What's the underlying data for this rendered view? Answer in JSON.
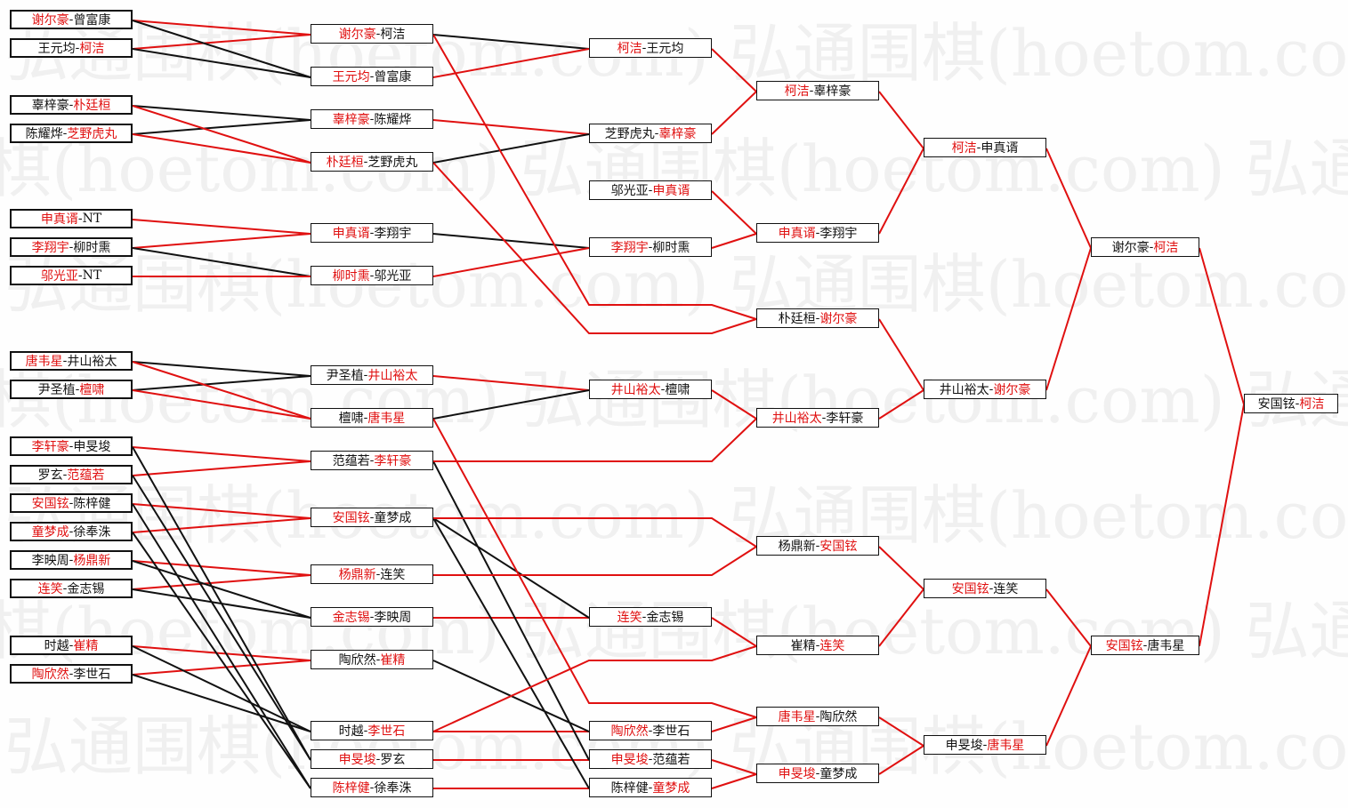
{
  "watermark": "弘通围棋(hoetom.com)",
  "colors": {
    "winner": "#e01010",
    "line_win": "#e01010",
    "line_loss": "#111111",
    "border": "#111111"
  },
  "rounds": [
    {
      "name": "round-1",
      "matches": [
        {
          "id": "r1m1",
          "p1": "谢尔豪",
          "p2": "曾富康",
          "winner": 1
        },
        {
          "id": "r1m2",
          "p1": "王元均",
          "p2": "柯洁",
          "winner": 2
        },
        {
          "id": "r1m3",
          "p1": "辜梓豪",
          "p2": "朴廷桓",
          "winner": 2
        },
        {
          "id": "r1m4",
          "p1": "陈耀烨",
          "p2": "芝野虎丸",
          "winner": 2
        },
        {
          "id": "r1m5",
          "p1": "申真谞",
          "p2": "NT",
          "winner": 1
        },
        {
          "id": "r1m6",
          "p1": "李翔宇",
          "p2": "柳时熏",
          "winner": 1
        },
        {
          "id": "r1m7",
          "p1": "邬光亚",
          "p2": "NT",
          "winner": 1
        },
        {
          "id": "r1m8",
          "p1": "唐韦星",
          "p2": "井山裕太",
          "winner": 1
        },
        {
          "id": "r1m9",
          "p1": "尹圣植",
          "p2": "檀啸",
          "winner": 2
        },
        {
          "id": "r1m10",
          "p1": "李轩豪",
          "p2": "申旻埈",
          "winner": 1
        },
        {
          "id": "r1m11",
          "p1": "罗玄",
          "p2": "范蕴若",
          "winner": 2
        },
        {
          "id": "r1m12",
          "p1": "安国铉",
          "p2": "陈梓健",
          "winner": 1
        },
        {
          "id": "r1m13",
          "p1": "童梦成",
          "p2": "徐奉洙",
          "winner": 1
        },
        {
          "id": "r1m14",
          "p1": "李映周",
          "p2": "杨鼎新",
          "winner": 2
        },
        {
          "id": "r1m15",
          "p1": "连笑",
          "p2": "金志锡",
          "winner": 1
        },
        {
          "id": "r1m16",
          "p1": "时越",
          "p2": "崔精",
          "winner": 2
        },
        {
          "id": "r1m17",
          "p1": "陶欣然",
          "p2": "李世石",
          "winner": 1
        }
      ]
    },
    {
      "name": "round-2",
      "matches": [
        {
          "id": "r2m1",
          "p1": "谢尔豪",
          "p2": "柯洁",
          "winner": 1
        },
        {
          "id": "r2m2",
          "p1": "王元均",
          "p2": "曾富康",
          "winner": 1
        },
        {
          "id": "r2m3",
          "p1": "辜梓豪",
          "p2": "陈耀烨",
          "winner": 1
        },
        {
          "id": "r2m4",
          "p1": "朴廷桓",
          "p2": "芝野虎丸",
          "winner": 1
        },
        {
          "id": "r2m5",
          "p1": "申真谞",
          "p2": "李翔宇",
          "winner": 1
        },
        {
          "id": "r2m6",
          "p1": "柳时熏",
          "p2": "邬光亚",
          "winner": 1
        },
        {
          "id": "r2m7",
          "p1": "尹圣植",
          "p2": "井山裕太",
          "winner": 2
        },
        {
          "id": "r2m8",
          "p1": "檀啸",
          "p2": "唐韦星",
          "winner": 2
        },
        {
          "id": "r2m9",
          "p1": "范蕴若",
          "p2": "李轩豪",
          "winner": 2
        },
        {
          "id": "r2m10",
          "p1": "安国铉",
          "p2": "童梦成",
          "winner": 1
        },
        {
          "id": "r2m11",
          "p1": "杨鼎新",
          "p2": "连笑",
          "winner": 1
        },
        {
          "id": "r2m12",
          "p1": "金志锡",
          "p2": "李映周",
          "winner": 1
        },
        {
          "id": "r2m13",
          "p1": "陶欣然",
          "p2": "崔精",
          "winner": 2
        },
        {
          "id": "r2m14",
          "p1": "时越",
          "p2": "李世石",
          "winner": 2
        },
        {
          "id": "r2m15",
          "p1": "申旻埈",
          "p2": "罗玄",
          "winner": 1
        },
        {
          "id": "r2m16",
          "p1": "陈梓健",
          "p2": "徐奉洙",
          "winner": 1
        }
      ]
    },
    {
      "name": "round-3",
      "matches": [
        {
          "id": "r3m1",
          "p1": "柯洁",
          "p2": "王元均",
          "winner": 1
        },
        {
          "id": "r3m2",
          "p1": "芝野虎丸",
          "p2": "辜梓豪",
          "winner": 2
        },
        {
          "id": "r3m3",
          "p1": "邬光亚",
          "p2": "申真谞",
          "winner": 2
        },
        {
          "id": "r3m4",
          "p1": "李翔宇",
          "p2": "柳时熏",
          "winner": 1
        },
        {
          "id": "r3m5",
          "p1": "井山裕太",
          "p2": "檀啸",
          "winner": 1
        },
        {
          "id": "r3m6",
          "p1": "连笑",
          "p2": "金志锡",
          "winner": 1
        },
        {
          "id": "r3m7",
          "p1": "陶欣然",
          "p2": "李世石",
          "winner": 1
        },
        {
          "id": "r3m8",
          "p1": "申旻埈",
          "p2": "范蕴若",
          "winner": 1
        },
        {
          "id": "r3m9",
          "p1": "陈梓健",
          "p2": "童梦成",
          "winner": 2
        }
      ]
    },
    {
      "name": "round-4",
      "matches": [
        {
          "id": "r4m1",
          "p1": "柯洁",
          "p2": "辜梓豪",
          "winner": 1
        },
        {
          "id": "r4m2",
          "p1": "申真谞",
          "p2": "李翔宇",
          "winner": 1
        },
        {
          "id": "r4m3",
          "p1": "朴廷桓",
          "p2": "谢尔豪",
          "winner": 2
        },
        {
          "id": "r4m4",
          "p1": "井山裕太",
          "p2": "李轩豪",
          "winner": 1
        },
        {
          "id": "r4m5",
          "p1": "杨鼎新",
          "p2": "安国铉",
          "winner": 2
        },
        {
          "id": "r4m6",
          "p1": "崔精",
          "p2": "连笑",
          "winner": 2
        },
        {
          "id": "r4m7",
          "p1": "唐韦星",
          "p2": "陶欣然",
          "winner": 1
        },
        {
          "id": "r4m8",
          "p1": "申旻埈",
          "p2": "童梦成",
          "winner": 1
        }
      ]
    },
    {
      "name": "round-5",
      "matches": [
        {
          "id": "r5m1",
          "p1": "柯洁",
          "p2": "申真谞",
          "winner": 1
        },
        {
          "id": "r5m2",
          "p1": "井山裕太",
          "p2": "谢尔豪",
          "winner": 2
        },
        {
          "id": "r5m3",
          "p1": "安国铉",
          "p2": "连笑",
          "winner": 1
        },
        {
          "id": "r5m4",
          "p1": "申旻埈",
          "p2": "唐韦星",
          "winner": 2
        }
      ]
    },
    {
      "name": "round-6",
      "matches": [
        {
          "id": "r6m1",
          "p1": "谢尔豪",
          "p2": "柯洁",
          "winner": 2
        },
        {
          "id": "r6m2",
          "p1": "安国铉",
          "p2": "唐韦星",
          "winner": 1
        }
      ]
    },
    {
      "name": "final",
      "matches": [
        {
          "id": "r7m1",
          "p1": "安国铉",
          "p2": "柯洁",
          "winner": 2
        }
      ]
    }
  ]
}
